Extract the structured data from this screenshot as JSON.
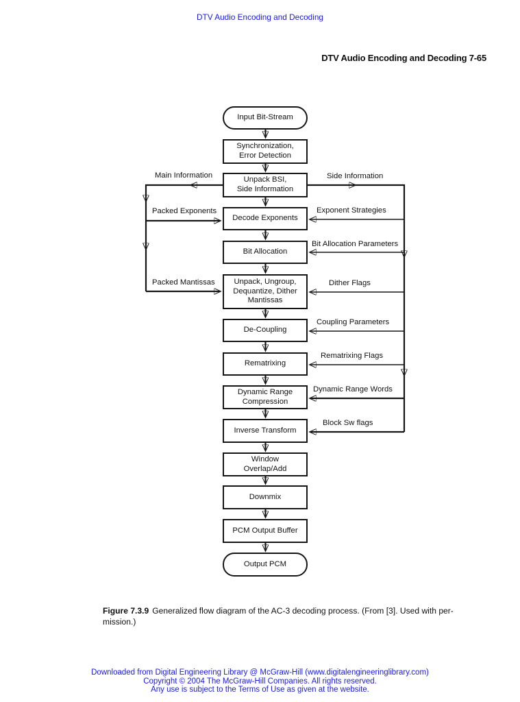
{
  "header": {
    "doc_link": "DTV Audio Encoding and Decoding",
    "running_head": "DTV Audio Encoding and Decoding 7-65"
  },
  "diagram": {
    "nodes": {
      "input": "Input Bit-Stream",
      "sync": "Synchronization,\nError Detection",
      "unpack_bsi": "Unpack BSI,\nSide Information",
      "decode_exponents": "Decode Exponents",
      "bit_allocation": "Bit Allocation",
      "unpack_mantissas": "Unpack, Ungroup,\nDequantize, Dither\nMantissas",
      "de_coupling": "De-Coupling",
      "rematrixing": "Rematrixing",
      "dynamic_range": "Dynamic Range\nCompression",
      "inverse_transform": "Inverse Transform",
      "window_overlap": "Window\nOverlap/Add",
      "downmix": "Downmix",
      "pcm_output_buffer": "PCM Output Buffer",
      "output_pcm": "Output PCM"
    },
    "edge_labels": {
      "main_information": "Main Information",
      "side_information": "Side Information",
      "packed_exponents": "Packed Exponents",
      "exponent_strategies": "Exponent Strategies",
      "bit_allocation_parameters": "Bit Allocation Parameters",
      "packed_mantissas": "Packed Mantissas",
      "dither_flags": "Dither Flags",
      "coupling_parameters": "Coupling Parameters",
      "rematrixing_flags": "Rematrixing Flags",
      "dynamic_range_words": "Dynamic Range Words",
      "block_sw_flags": "Block Sw flags"
    }
  },
  "caption": {
    "label": "Figure 7.3.9",
    "line1": "Generalized flow diagram of the AC-3 decoding process. (From [3]. Used with per-",
    "line2": "mission.)"
  },
  "footer": {
    "line1": "Downloaded from Digital Engineering Library @ McGraw-Hill (www.digitalengineeringlibrary.com)",
    "line2": "Copyright © 2004 The McGraw-Hill Companies. All rights reserved.",
    "line3": "Any use is subject to the Terms of Use as given at the website."
  },
  "colors": {
    "link_blue": "#1a1ad9",
    "ink": "#161616"
  }
}
